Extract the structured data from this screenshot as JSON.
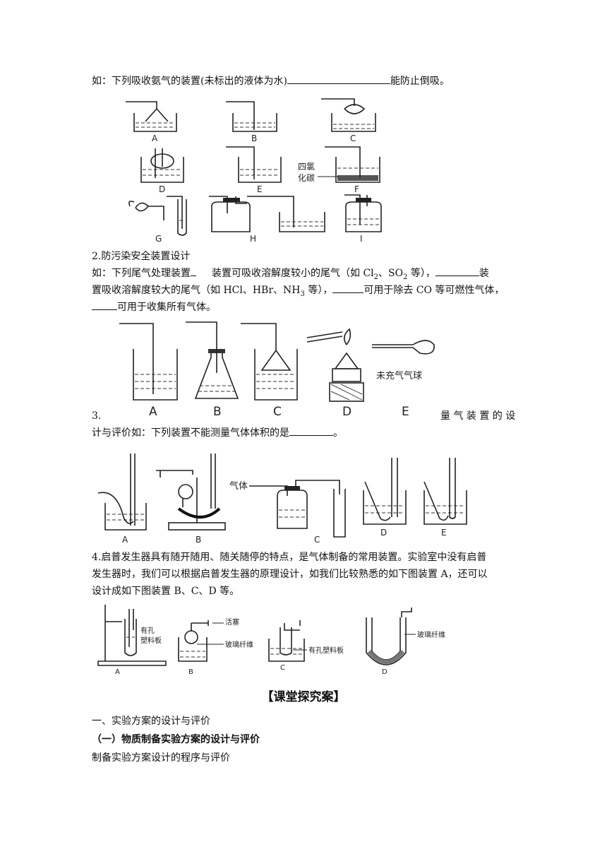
{
  "q1": {
    "prefix": "如：下列吸收氨气的装置(未标出的液体为水)",
    "suffix": "能防止倒吸。",
    "labels": [
      "A",
      "B",
      "C",
      "D",
      "E",
      "F",
      "G",
      "H",
      "I"
    ],
    "ccl4_label_1": "四氯",
    "ccl4_label_2": "化碳"
  },
  "q2": {
    "title": "2.防污染安全装置设计",
    "l1_a": "如：下列尾气处理装置",
    "l1_b": "装置可吸收溶解度较小的尾气（如 Cl",
    "l1_sub1": "2",
    "l1_c": "、SO",
    "l1_sub2": "2",
    "l1_d": " 等），",
    "l1_e": "装",
    "l2_a": "置吸收溶解度较大的尾气（如 HCl、HBr、NH",
    "l2_sub": "3",
    "l2_b": " 等），",
    "l2_c": "可用于除去 CO 等可燃性气体，",
    "l3": "可用于收集所有气体。",
    "labels": [
      "A",
      "B",
      "C",
      "D",
      "E"
    ],
    "balloon_label": "未充气气球"
  },
  "q3": {
    "num": "3.",
    "tail": "量 气 装 置 的 设",
    "line2_a": "计与评价如：下列装置不能测量气体体积的是",
    "line2_b": "。",
    "gas_label": "气体",
    "labels": [
      "A",
      "B",
      "C",
      "D",
      "E"
    ]
  },
  "q4": {
    "l1": "4.启普发生器具有随开随用、随关随停的特点，是气体制备的常用装置。实验室中没有启普",
    "l2": "发生器时，我们可以根据启普发生器的原理设计，如我们比较熟悉的如下图装置 A，还可以",
    "l3": "设计成如下图装置 B、C、D 等。",
    "labels": [
      "A",
      "B",
      "C",
      "D"
    ],
    "ann_a_1": "有孔",
    "ann_a_2": "塑料板",
    "ann_b_1": "活塞",
    "ann_b_2": "玻璃纤维",
    "ann_c": "有孔塑料板",
    "ann_d": "玻璃纤维"
  },
  "section": {
    "heading": "【课堂探究案】",
    "s1": "一、实验方案的设计与评价",
    "s2": "（一）物质制备实验方案的设计与评价",
    "s3": "制备实验方案设计的程序与评价"
  }
}
